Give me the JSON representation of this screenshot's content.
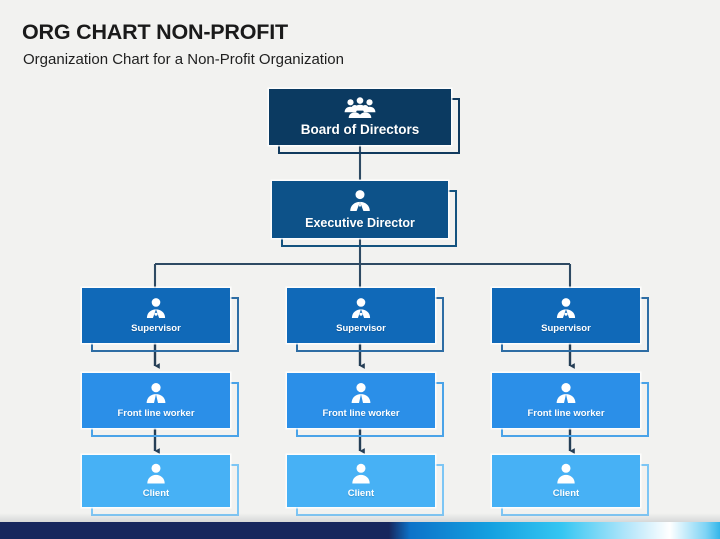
{
  "header": {
    "title": "ORG CHART NON-PROFIT",
    "subtitle": "Organization Chart for a Non-Profit Organization"
  },
  "colors": {
    "background": "#f2f2f0",
    "board": "#0b3a61",
    "executive": "#0d5289",
    "supervisor": "#1069b8",
    "frontline": "#2b8fe8",
    "client": "#47b1f5",
    "connector": "#2e4a63",
    "frame_outline": "#1f4e79",
    "footer_navy": "#16265d",
    "footer_cyan": "#34b6ea"
  },
  "chart_data": {
    "type": "org-chart",
    "title": "ORG CHART NON-PROFIT",
    "levels": 4,
    "nodes": [
      {
        "id": "board",
        "label": "Board of Directors",
        "icon": "group-of-people-icon",
        "tier": "board",
        "color": "#0b3a61"
      },
      {
        "id": "exec",
        "label": "Executive Director",
        "icon": "businessperson-icon",
        "tier": "executive",
        "color": "#0d5289"
      },
      {
        "id": "sup1",
        "label": "Supervisor",
        "icon": "supervisor-person-icon",
        "tier": "supervisor",
        "color": "#1069b8"
      },
      {
        "id": "sup2",
        "label": "Supervisor",
        "icon": "supervisor-person-icon",
        "tier": "supervisor",
        "color": "#1069b8"
      },
      {
        "id": "sup3",
        "label": "Supervisor",
        "icon": "supervisor-person-icon",
        "tier": "supervisor",
        "color": "#1069b8"
      },
      {
        "id": "fw1",
        "label": "Front line worker",
        "icon": "worker-person-icon",
        "tier": "frontline",
        "color": "#2b8fe8"
      },
      {
        "id": "fw2",
        "label": "Front line worker",
        "icon": "worker-person-icon",
        "tier": "frontline",
        "color": "#2b8fe8"
      },
      {
        "id": "fw3",
        "label": "Front line worker",
        "icon": "worker-person-icon",
        "tier": "frontline",
        "color": "#2b8fe8"
      },
      {
        "id": "cl1",
        "label": "Client",
        "icon": "client-person-icon",
        "tier": "client",
        "color": "#47b1f5"
      },
      {
        "id": "cl2",
        "label": "Client",
        "icon": "client-person-icon",
        "tier": "client",
        "color": "#47b1f5"
      },
      {
        "id": "cl3",
        "label": "Client",
        "icon": "client-person-icon",
        "tier": "client",
        "color": "#47b1f5"
      }
    ],
    "edges": [
      {
        "from": "board",
        "to": "exec",
        "style": "line"
      },
      {
        "from": "exec",
        "to": "sup1",
        "style": "elbow"
      },
      {
        "from": "exec",
        "to": "sup2",
        "style": "elbow"
      },
      {
        "from": "exec",
        "to": "sup3",
        "style": "elbow"
      },
      {
        "from": "sup1",
        "to": "fw1",
        "style": "arrow"
      },
      {
        "from": "sup2",
        "to": "fw2",
        "style": "arrow"
      },
      {
        "from": "sup3",
        "to": "fw3",
        "style": "arrow"
      },
      {
        "from": "fw1",
        "to": "cl1",
        "style": "arrow"
      },
      {
        "from": "fw2",
        "to": "cl2",
        "style": "arrow"
      },
      {
        "from": "fw3",
        "to": "cl3",
        "style": "arrow"
      }
    ]
  }
}
